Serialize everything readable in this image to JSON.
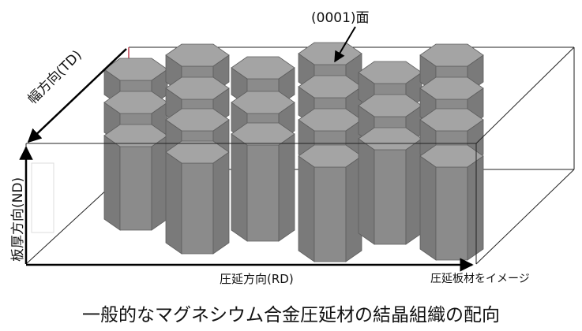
{
  "labels": {
    "face_0001": "(0001)面",
    "td_axis": "幅方向(TD)",
    "nd_axis": "板厚方向(ND)",
    "rd_axis": "圧延方向(RD)",
    "image_note": "圧延板材をイメージ",
    "caption": "一般的なマグネシウム合金圧延材の結晶組織の配向"
  },
  "colors": {
    "prism_top": "#a4a4a4",
    "prism_front": "#8b8b8b",
    "prism_side": "#7a7a7a",
    "prism_edge": "#5e5e5e",
    "box_line": "#222222",
    "axis_arrow": "#000000",
    "accent_edge": "#c04050"
  },
  "grains": {
    "columns": 6,
    "layers": 3,
    "structure": "hexagonal prisms, c-axis parallel to ND"
  }
}
